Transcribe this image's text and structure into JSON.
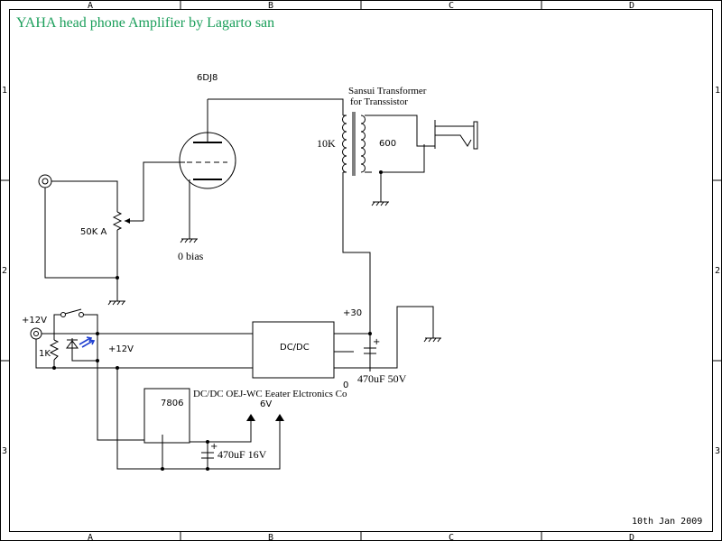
{
  "title": "YAHA head phone Amplifier by Lagarto san",
  "title_color": "#1a9e5a",
  "border_labels": {
    "columns": [
      "A",
      "B",
      "C",
      "D"
    ],
    "rows": [
      "1",
      "2",
      "3"
    ]
  },
  "tube": "6DJ8",
  "transformer_line1": "Sansui Transformer",
  "transformer_line2": "for Transsistor",
  "primary_impedance": "10K",
  "primary_color": "#7a2e2e",
  "secondary_impedance": "600",
  "pot": "50K A",
  "bias": "0 bias",
  "supply_in": "+12V",
  "supply_rail": "+12V",
  "resistor": "1K",
  "hv_rail": "+30",
  "converter": "DC/DC",
  "ground_ref": "0",
  "hv_cap": "470uF 50V",
  "regulator": "7806",
  "converter_note": "DC/DC  OEJ-WC Eeater Elctronics Co",
  "heater_voltage": "6V",
  "lv_cap": "470uF 16V",
  "date": "10th Jan 2009",
  "led_color": "#1f3fd0",
  "icons": [
    "jack-icon",
    "ground-icon",
    "tube-icon",
    "transformer-icon",
    "potentiometer-icon",
    "switch-icon",
    "led-icon",
    "capacitor-icon",
    "resistor-icon"
  ]
}
